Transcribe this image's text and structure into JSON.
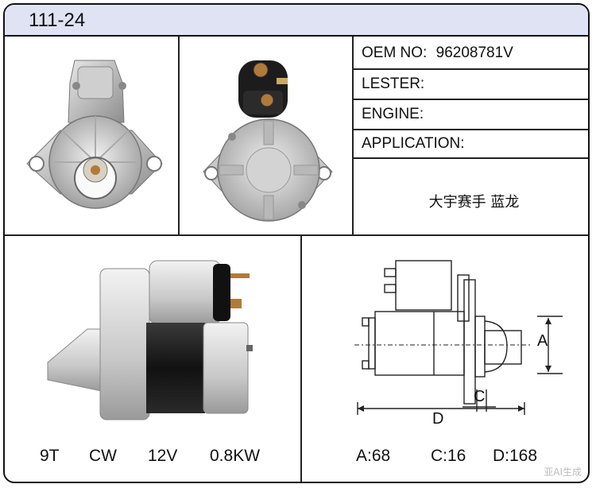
{
  "header": {
    "model": "111-24"
  },
  "specs": {
    "oem_label": "OEM NO:",
    "oem_value": "96208781V",
    "lester_label": "LESTER:",
    "engine_label": "ENGINE:",
    "application_label": "APPLICATION:",
    "application_value": "大宇赛手 蓝龙"
  },
  "motor": {
    "teeth": "9T",
    "rotation": "CW",
    "voltage": "12V",
    "power": "0.8KW"
  },
  "dimensions": {
    "a": "A:68",
    "c": "C:16",
    "d": "D:168",
    "letter_a": "A",
    "letter_c": "C",
    "letter_d": "D"
  },
  "watermark": "亚AI生成",
  "colors": {
    "header_bg": "#dfe3f4",
    "border": "#111111"
  }
}
